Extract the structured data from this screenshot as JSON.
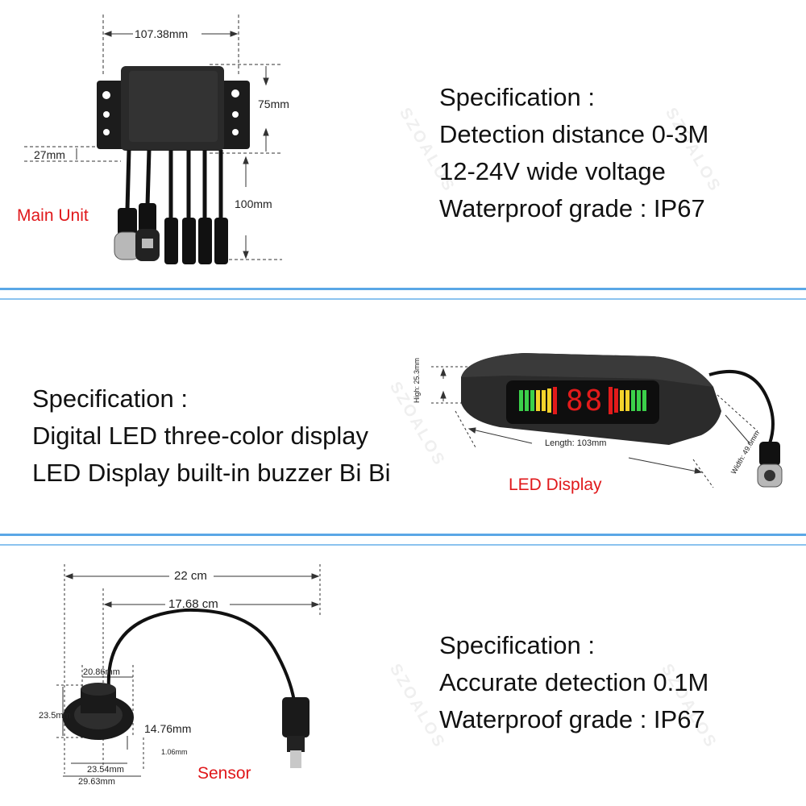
{
  "watermark": "SZOALOS",
  "colors": {
    "divider": "#5aa7e6",
    "caption": "#e0181b",
    "led_green": "#3bd04a",
    "led_yellow": "#f3d22b",
    "led_red": "#e21b1b"
  },
  "section1": {
    "caption": "Main Unit",
    "dims": {
      "width": "107.38mm",
      "height": "75mm",
      "depth": "27mm",
      "cable": "100mm"
    },
    "spec": [
      "Specification :",
      "Detection distance 0-3M",
      "12-24V wide voltage",
      "Waterproof grade : IP67"
    ]
  },
  "section2": {
    "caption": "LED Display",
    "dims": {
      "high": "High: 25.3mm",
      "length": "Length: 103mm",
      "width": "Width: 49.6mm"
    },
    "digits": "88",
    "spec": [
      "Specification :",
      "Digital LED three-color display",
      "LED Display built-in buzzer Bi Bi"
    ]
  },
  "section3": {
    "caption": "Sensor",
    "dims": {
      "overall": "22 cm",
      "cable": "17.68 cm",
      "top": "20.86mm",
      "height": "23.5mm",
      "depth": "14.76mm",
      "lip": "1.06mm",
      "inner": "23.54mm",
      "outer": "29.63mm"
    },
    "spec": [
      "Specification :",
      "Accurate detection 0.1M",
      "Waterproof grade : IP67"
    ]
  }
}
